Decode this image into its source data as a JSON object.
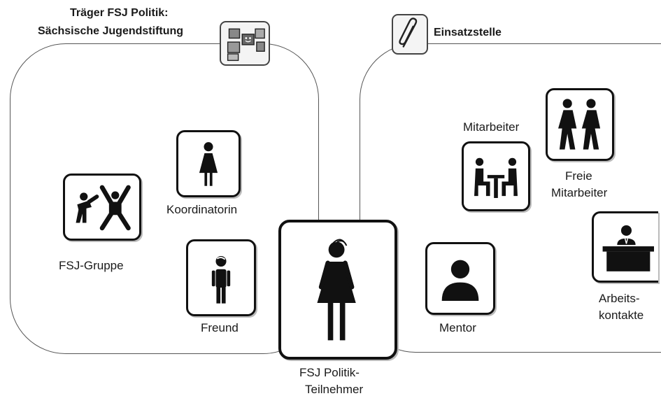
{
  "left_org": {
    "title_line1": "Träger FSJ Politik:",
    "title_line2": "Sächsische Jugendstiftung"
  },
  "right_org": {
    "title": "Einsatzstelle"
  },
  "nodes": {
    "fsj_gruppe": "FSJ-Gruppe",
    "koordinatorin": "Koordinatorin",
    "freund": "Freund",
    "participant_line1": "FSJ Politik-",
    "participant_line2": "Teilnehmer",
    "mentor": "Mentor",
    "mitarbeiter": "Mitarbeiter",
    "freie_line1": "Freie",
    "freie_line2": "Mitarbeiter",
    "arbeits_line1": "Arbeits-",
    "arbeits_line2": "kontakte"
  },
  "icons": {
    "org_badge": "people-group-icon",
    "paperclip": "paperclip-icon",
    "group": "group-activity-icon",
    "female": "female-person-icon",
    "male": "male-person-icon",
    "participant": "female-participant-icon",
    "mentor": "mentor-avatar-icon",
    "coworkers": "coworkers-at-table-icon",
    "freelancers": "walking-people-icon",
    "reception": "reception-desk-icon"
  }
}
